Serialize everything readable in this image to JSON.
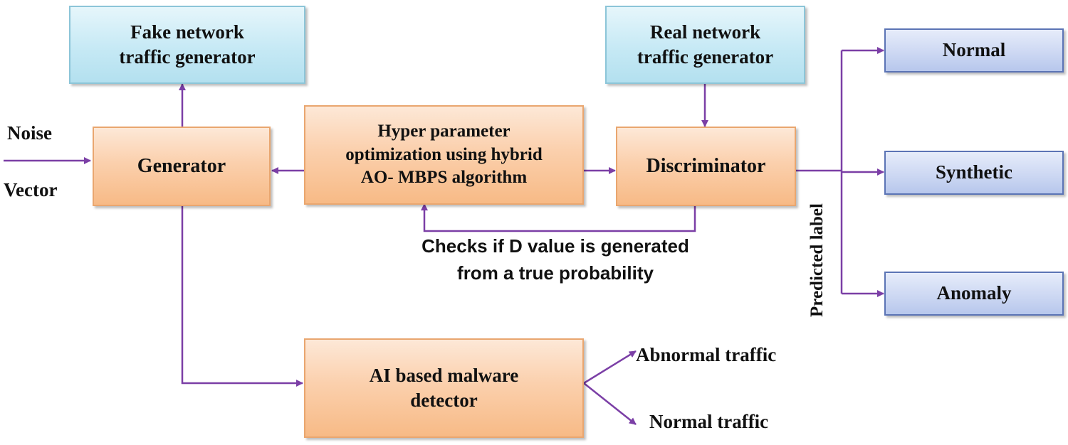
{
  "colors": {
    "connector": "#7b3fa6",
    "process_box": "#fbd0ad",
    "source_box": "#c6e9f5",
    "label_box": "#cdd8f3"
  },
  "boxes": {
    "fake_generator": [
      "Fake network",
      "traffic generator"
    ],
    "real_generator": [
      "Real network",
      "traffic generator"
    ],
    "generator": [
      "Generator"
    ],
    "hyper": [
      "Hyper parameter",
      "optimization using hybrid",
      "AO- MBPS algorithm"
    ],
    "discriminator": [
      "Discriminator"
    ],
    "malware": [
      "AI based malware",
      "detector"
    ],
    "normal": [
      "Normal"
    ],
    "synthetic": [
      "Synthetic"
    ],
    "anomaly": [
      "Anomaly"
    ]
  },
  "labels": {
    "noise": "Noise",
    "vector": "Vector",
    "checks": [
      "Checks if D value is generated",
      "from a true probability"
    ],
    "predicted_label": "Predicted label",
    "abnormal_traffic": "Abnormal traffic",
    "normal_traffic": "Normal traffic"
  }
}
